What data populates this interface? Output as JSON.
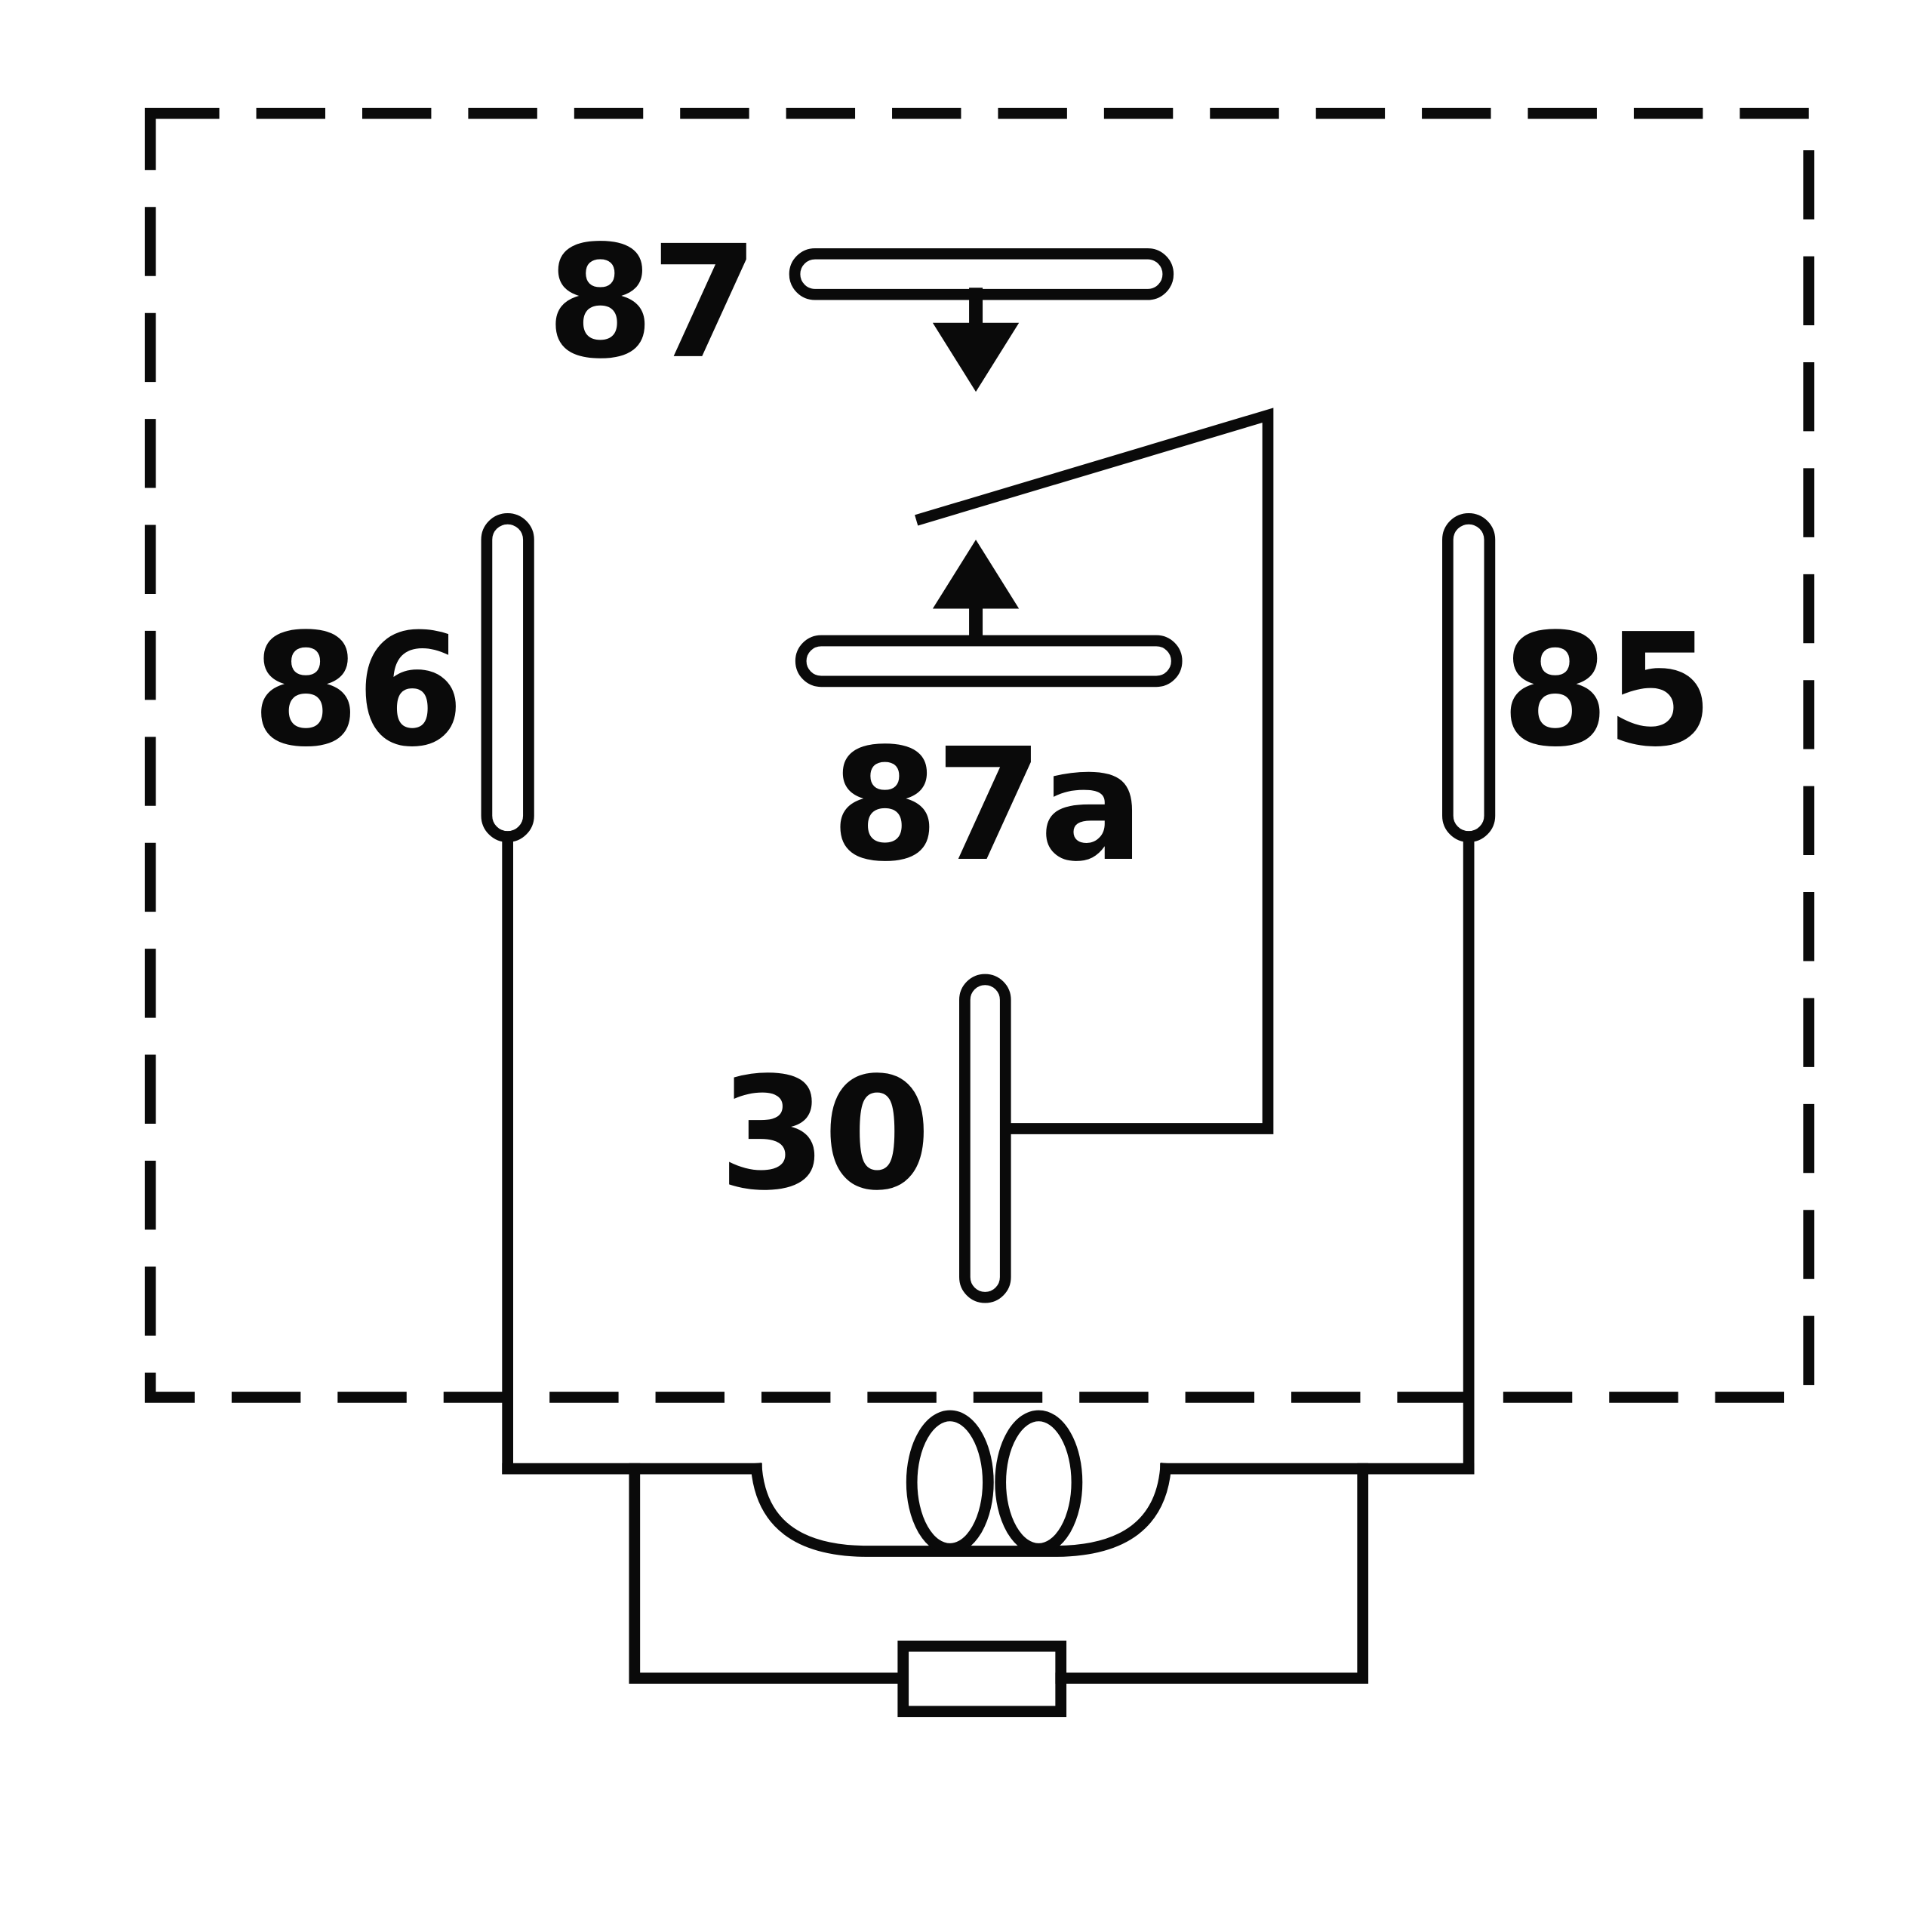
{
  "diagram": {
    "background": "#ffffff",
    "ink": "#0a0a0a",
    "labels": {
      "pin_87": "87",
      "pin_87a": "87a",
      "pin_86": "86",
      "pin_85": "85",
      "pin_30": "30"
    }
  }
}
